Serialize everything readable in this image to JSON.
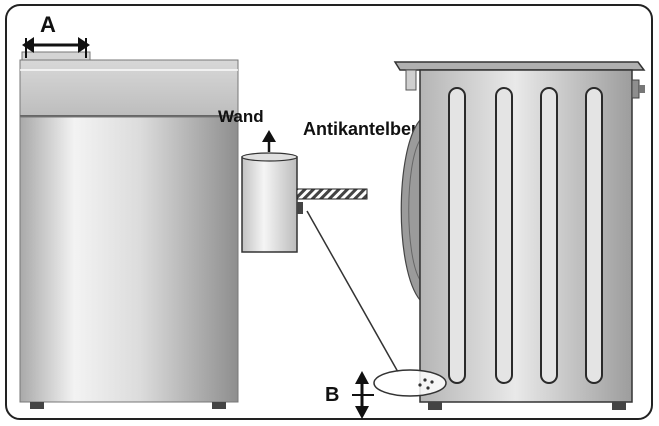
{
  "labels": {
    "a": "A",
    "wall": "Wand",
    "bracket": "Antikantelbeugel",
    "b": "B"
  },
  "colors": {
    "frame": "#222222",
    "machine_light": "#f4f4f4",
    "machine_dark": "#9a9a9a",
    "outline": "#333333"
  }
}
